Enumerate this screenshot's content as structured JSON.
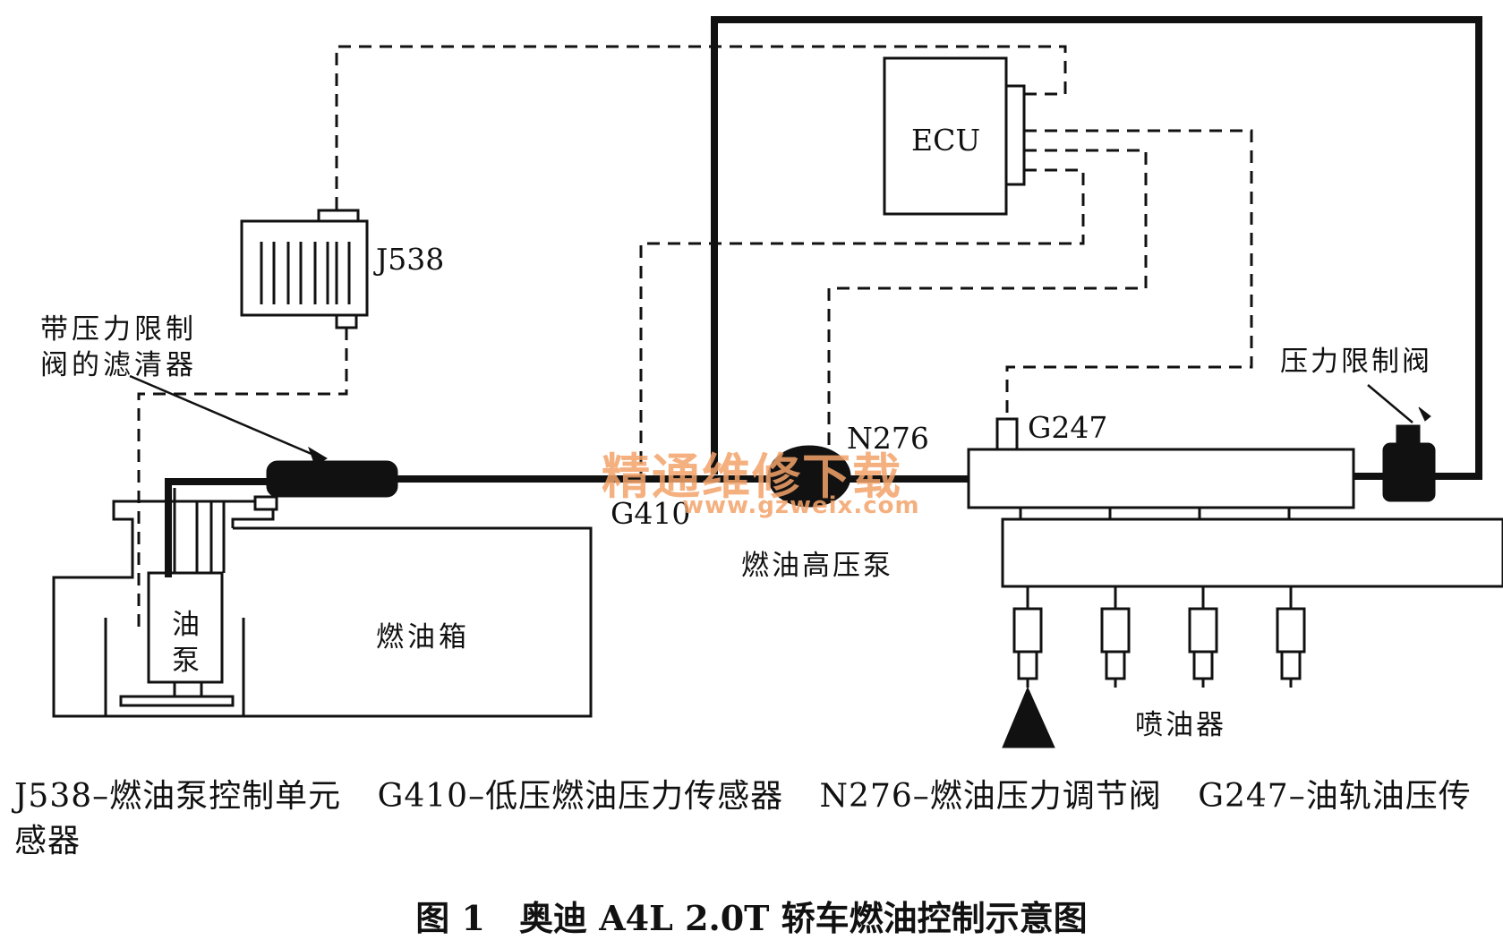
{
  "diagram": {
    "labels": {
      "ecu": "ECU",
      "j538": "J538",
      "filter": [
        "带压力限制",
        "阀的滤清器"
      ],
      "g410": "G410",
      "n276": "N276",
      "hp_pump": "燃油高压泵",
      "g247": "G247",
      "pressure_limit_valve": "压力限制阀",
      "fuel_tank": "燃油箱",
      "oil_pump": [
        "油",
        "泵"
      ],
      "injectors": "喷油器"
    },
    "watermark": {
      "cn": "精通维修下载",
      "url": "www.gzweix.com",
      "color": "#f4a36a"
    }
  },
  "legend": [
    "J538–燃油泵控制单元",
    "G410–低压燃油压力传感器",
    "N276–燃油压力调节阀",
    "G247–油轨油压传感器"
  ],
  "caption": "图 1　奥迪 A4L 2.0T 轿车燃油控制示意图"
}
